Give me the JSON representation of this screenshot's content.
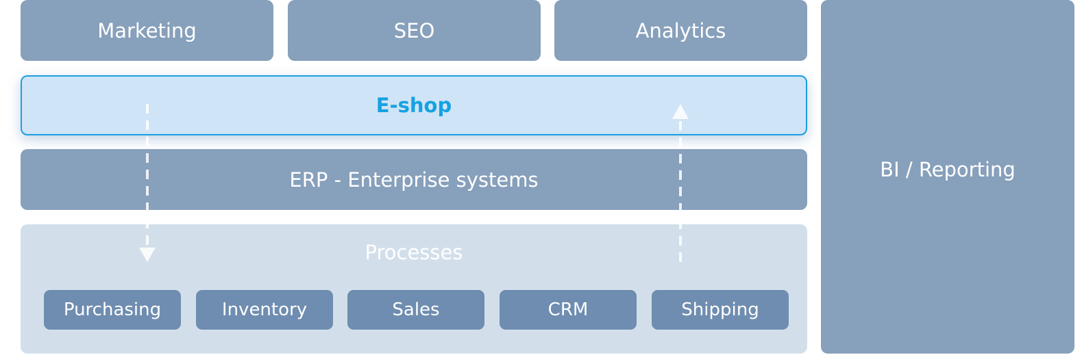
{
  "top_boxes": {
    "marketing": "Marketing",
    "seo": "SEO",
    "analytics": "Analytics"
  },
  "eshop": "E-shop",
  "erp": "ERP - Enterprise systems",
  "processes": {
    "title": "Processes",
    "items": [
      "Purchasing",
      "Inventory",
      "Sales",
      "CRM",
      "Shipping"
    ]
  },
  "bi": "BI / Reporting",
  "colors": {
    "box": "#87a0bb",
    "eshop_fill": "#cfe4f6",
    "eshop_accent": "#1a9fe0",
    "processes_fill": "#d2dfeb",
    "process_item": "#6f8db0"
  }
}
